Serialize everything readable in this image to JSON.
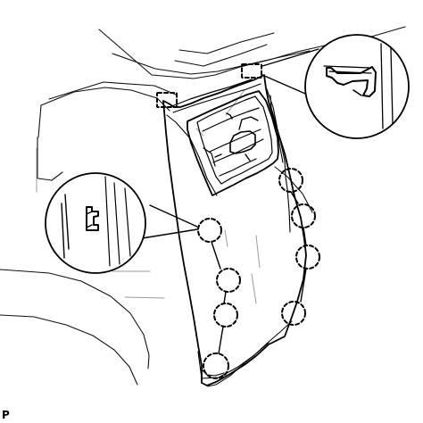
{
  "figure": {
    "label": "P"
  },
  "colors": {
    "stroke": "#000000",
    "light_stroke": "#8f8f8f",
    "background": "#ffffff"
  },
  "callouts": [
    {
      "name": "upper-left-clip-callout"
    },
    {
      "name": "upper-right-clip-callout"
    },
    {
      "name": "left-clip-detail-magnifier"
    },
    {
      "name": "right-clip-detail-magnifier"
    }
  ]
}
